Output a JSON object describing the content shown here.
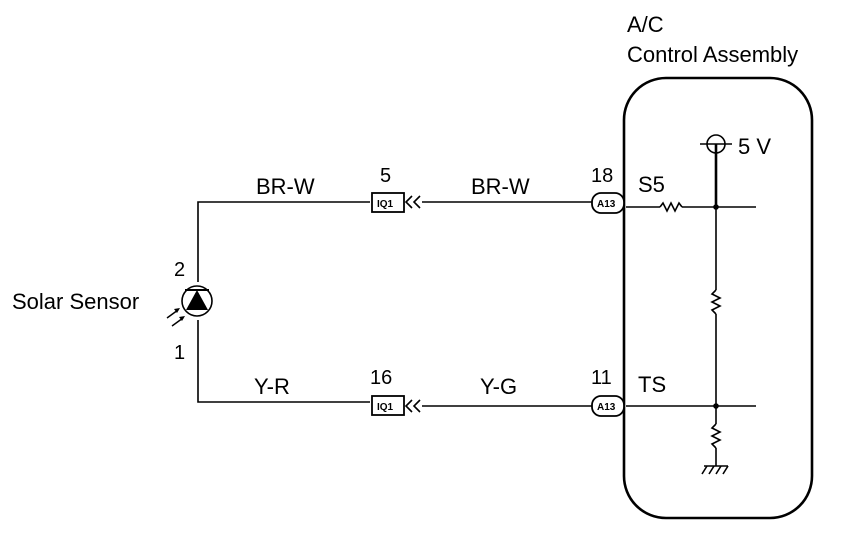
{
  "component": {
    "title_line1": "A/C",
    "title_line2": "Control Assembly",
    "supply_label": "5 V"
  },
  "sensor": {
    "label": "Solar Sensor",
    "pin_top": "2",
    "pin_bottom": "1"
  },
  "wires": {
    "top_left": "BR-W",
    "top_right": "BR-W",
    "bottom_left": "Y-R",
    "bottom_right": "Y-G"
  },
  "connectors": {
    "iq1_top_pin": "5",
    "iq1_bottom_pin": "16",
    "iq1_label": "IQ1",
    "a13_top_pin": "18",
    "a13_bottom_pin": "11",
    "a13_label": "A13"
  },
  "terminals": {
    "top": "S5",
    "bottom": "TS"
  }
}
